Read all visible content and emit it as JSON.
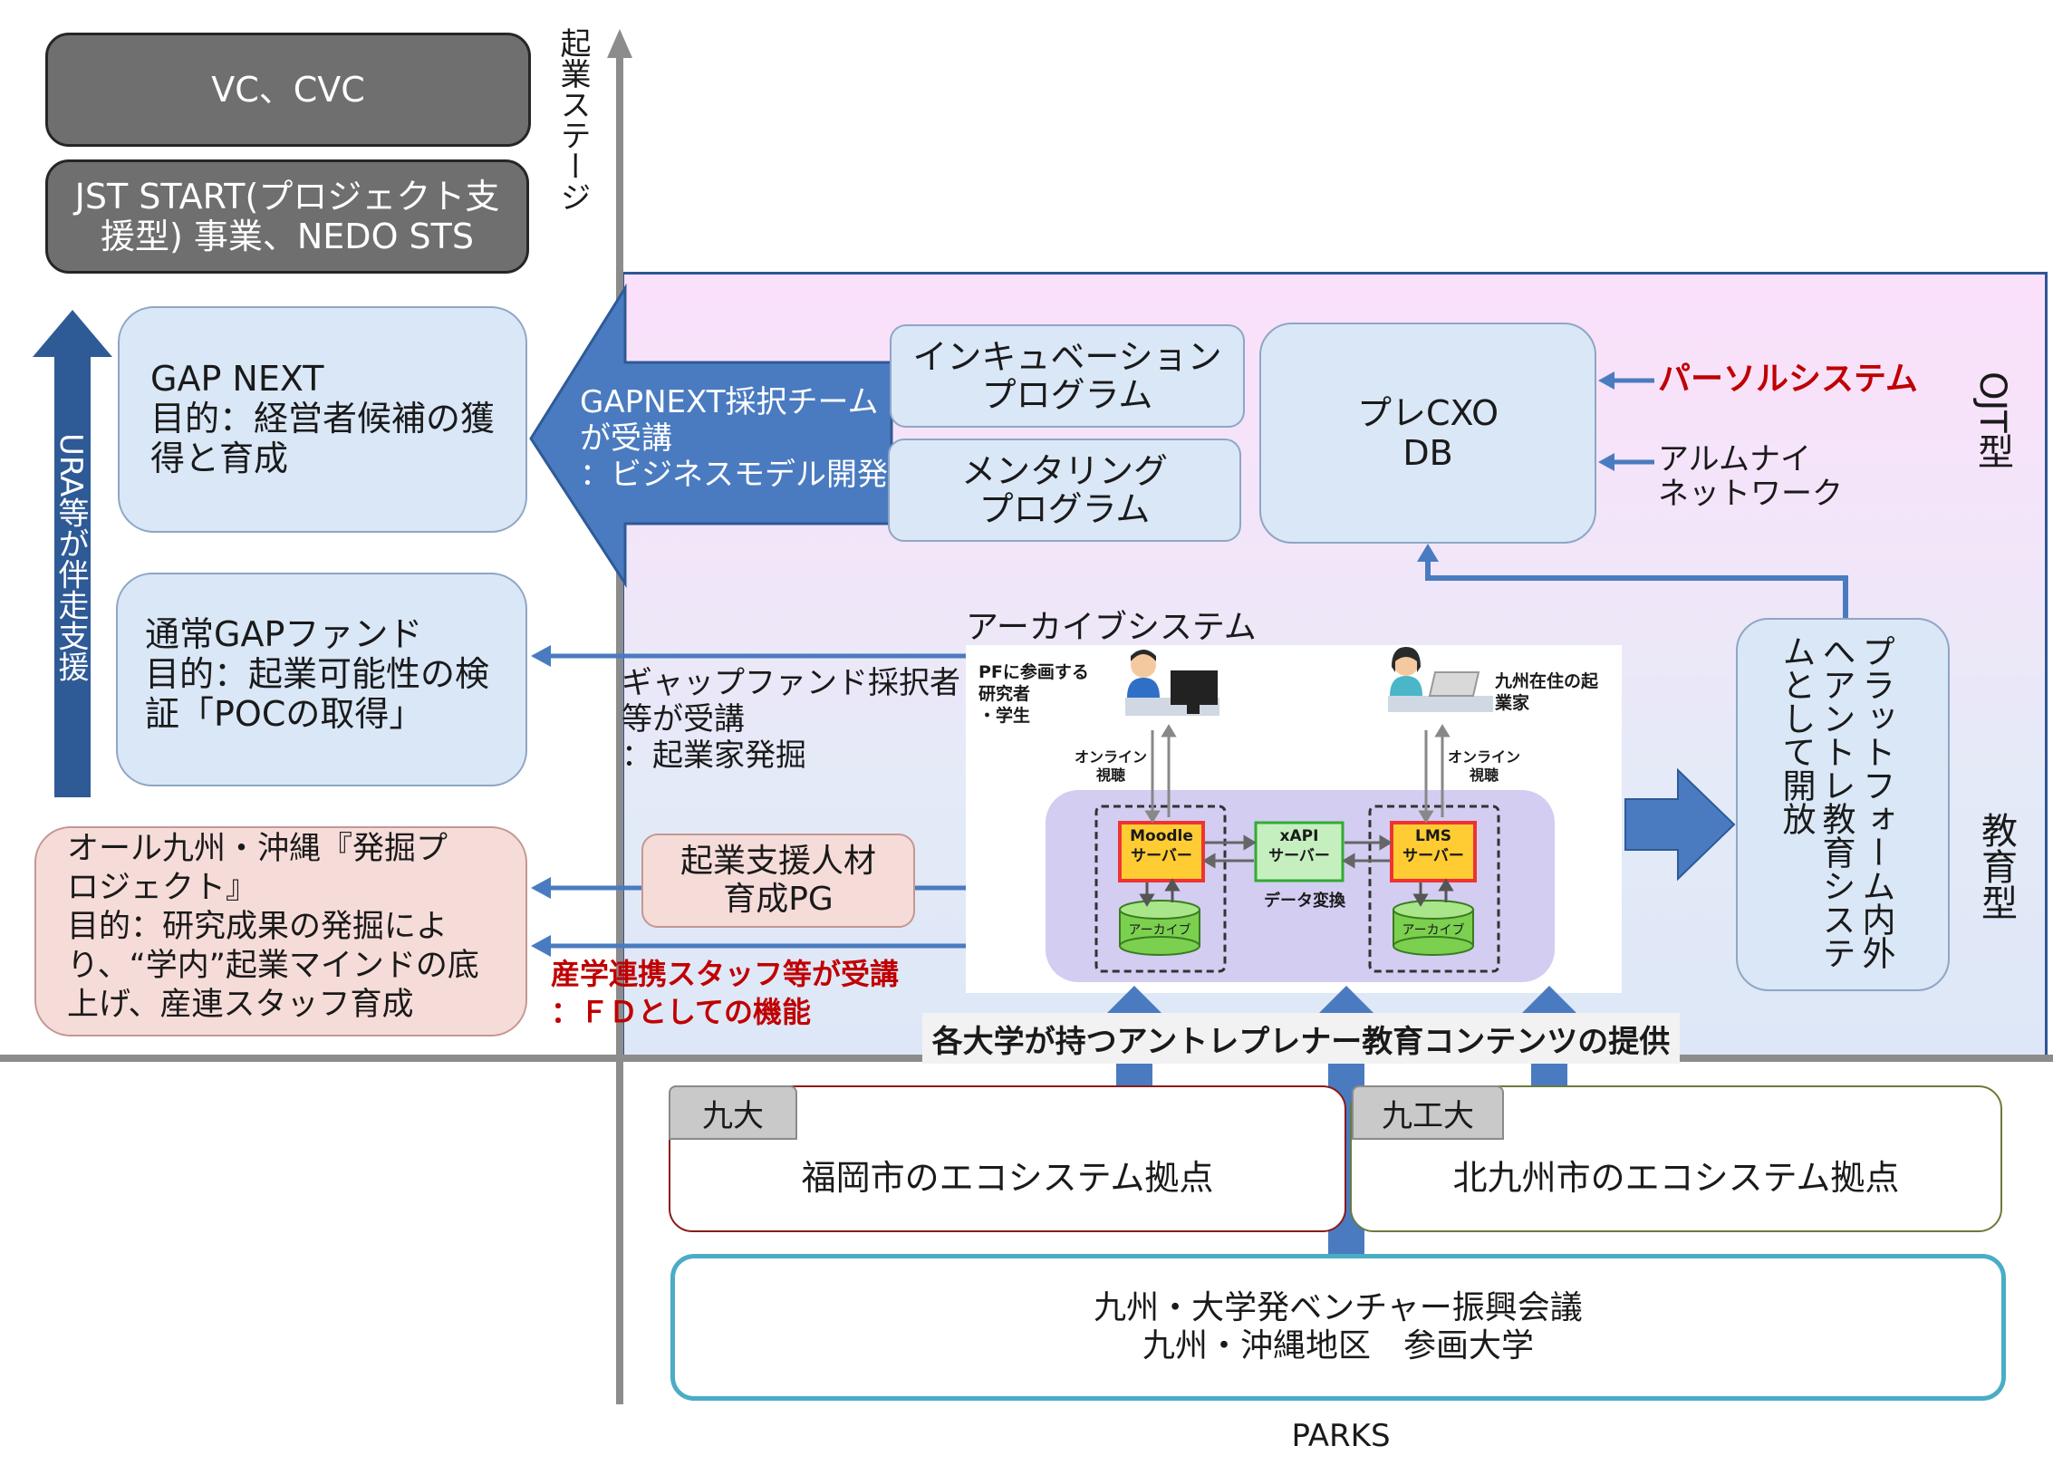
{
  "axis": {
    "vertical_label": "起業ステージ"
  },
  "top_boxes": {
    "vc": "VC、CVC",
    "jst_line1": "JST START(プロジェクト支",
    "jst_line2": "援型) 事業、NEDO STS"
  },
  "left_arrow": {
    "label": "URA等が伴走支援"
  },
  "left_boxes": {
    "gapnext": {
      "line1": "GAP NEXT",
      "line2": "目的：経営者候補の獲",
      "line3": "得と育成"
    },
    "gapfund": {
      "line1": "通常GAPファンド",
      "line2": "目的：起業可能性の検",
      "line3": "証「POCの取得」"
    },
    "allkyushu": {
      "line1": "オール九州・沖縄『発掘プ",
      "line2": "ロジェクト』",
      "line3": "目的：研究成果の発掘によ",
      "line4": "り、“学内”起業マインドの底",
      "line5": "上げ、産連スタッフ育成"
    }
  },
  "big_arrow": {
    "line1": "GAPNEXT採択チーム",
    "line2": "が受講",
    "line3": "：ビジネスモデル開発"
  },
  "programs": {
    "incubation": {
      "line1": "インキュベーション",
      "line2": "プログラム"
    },
    "mentoring": {
      "line1": "メンタリング",
      "line2": "プログラム"
    }
  },
  "precxo": {
    "line1": "プレCXO",
    "line2": "DB"
  },
  "inputs": {
    "persol": "パーソルシステム",
    "alumni_line1": "アルムナイ",
    "alumni_line2": "ネットワーク"
  },
  "region_labels": {
    "ojt": "OJT型",
    "education": "教育型"
  },
  "archive": {
    "title": "アーカイブシステム",
    "user_left": {
      "line1": "PFに参画する",
      "line2": "研究者",
      "line3": "・学生"
    },
    "user_right": {
      "line1": "九州在住の起",
      "line2": "業家"
    },
    "online_left": {
      "line1": "オンライン",
      "line2": "視聴"
    },
    "online_right": {
      "line1": "オンライン",
      "line2": "視聴"
    },
    "moodle": {
      "line1": "Moodle",
      "line2": "サーバー"
    },
    "xapi": {
      "line1": "xAPI",
      "line2": "サーバー"
    },
    "lms": {
      "line1": "LMS",
      "line2": "サーバー"
    },
    "data_conversion": "データ変換",
    "db_label_left": "アーカイブ",
    "db_label_right": "アーカイブ"
  },
  "gap_fund_text": {
    "line1": "ギャップファンド採択者",
    "line2": "等が受講",
    "line3": "：起業家発掘"
  },
  "support_pg": {
    "line1": "起業支援人材",
    "line2": "育成PG"
  },
  "fd_text": {
    "line1": "産学連携スタッフ等が受講",
    "line2": "：ＦＤとしての機能"
  },
  "platform_box": {
    "line1": "プラットフォーム内外",
    "line2": "へアントレ教育システ",
    "line3": "ムとして開放"
  },
  "content_provision": "各大学が持つアントレプレナー教育コンテンツの提供",
  "ecosystems": {
    "left": {
      "tab": "九大",
      "label": "福岡市のエコシステム拠点"
    },
    "right": {
      "tab": "九工大",
      "label": "北九州市のエコシステム拠点"
    }
  },
  "council": {
    "line1": "九州・大学発ベンチャー振興会議",
    "line2": "九州・沖縄地区　参画大学"
  },
  "footer": "PARKS",
  "colors": {
    "arrow_blue": "#4a7bc0",
    "arrow_dark": "#2e5a96",
    "red": "#c00000",
    "teal": "#4bacc6",
    "ojt_pink": "#fbe0fb",
    "edu_blue": "#dde7f7"
  }
}
